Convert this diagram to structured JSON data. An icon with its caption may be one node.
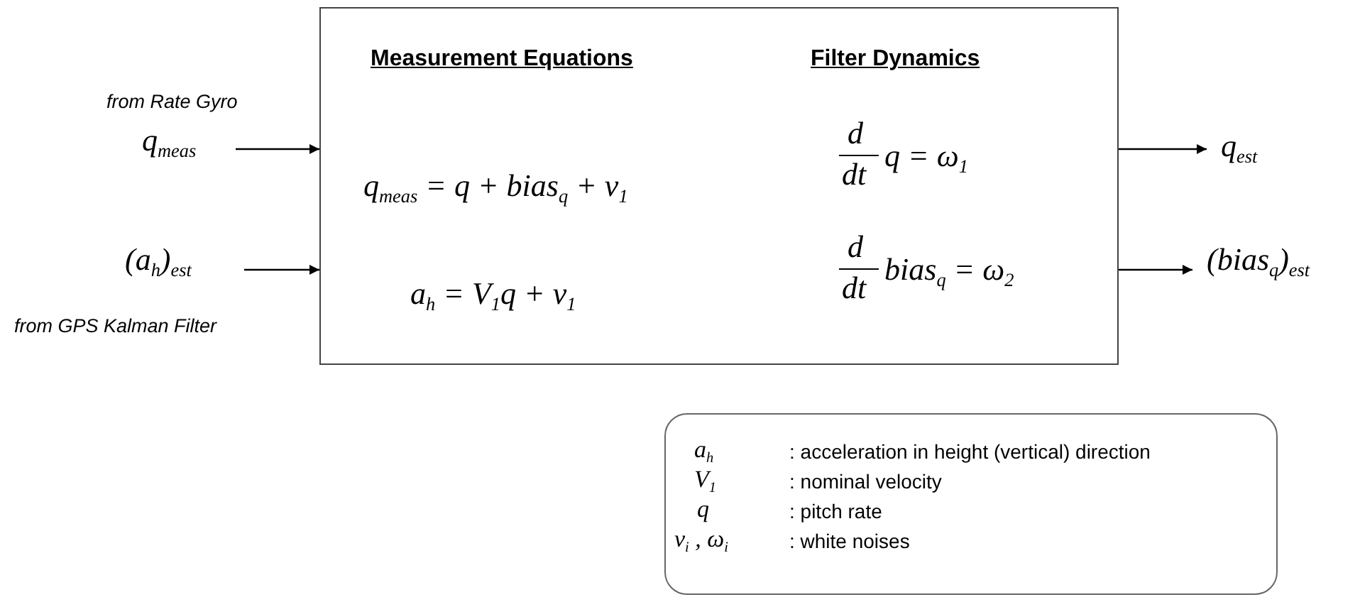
{
  "diagram": {
    "nodes": [
      {
        "text": [
          "Measurement Equations",
          "Filter Dynamics",
          "q$_{meas}$ =  q + bias$_{q}$ + ν$_{1}$",
          "a$_{h}$ = V$_{1}$q + ν$_{1}$",
          "d",
          "dt",
          "q = ω$_{1}$",
          "d",
          "dt",
          "bias$_{q}$ = ω$_{2}$"
        ]
      },
      {
        "text": [
          "q$_{meas}$"
        ],
        "beside": [
          "from Rate Gyro"
        ]
      },
      {
        "text": [
          "(a$_{h}$)$_{est}$"
        ],
        "beside": [
          "from GPS Kalman Filter"
        ]
      },
      {
        "text": [
          "q$_{est}$"
        ]
      },
      {
        "text": [
          "(bias$_{q}$)$_{est}$"
        ]
      },
      {
        "text": [
          "a$_{h}$",
          ": acceleration in height (vertical) direction",
          "V$_{1}$",
          ": nominal velocity",
          "q",
          ": pitch rate",
          "ν$_{i}$ , ω$_{i}$",
          ": white noises"
        ]
      }
    ],
    "edges": [
      {
        "from": 1,
        "to": 0,
        "arrow": "to"
      },
      {
        "from": 2,
        "to": 0,
        "arrow": "to"
      },
      {
        "from": 0,
        "to": 3,
        "arrow": "to"
      },
      {
        "from": 0,
        "to": 4,
        "arrow": "to"
      }
    ]
  }
}
